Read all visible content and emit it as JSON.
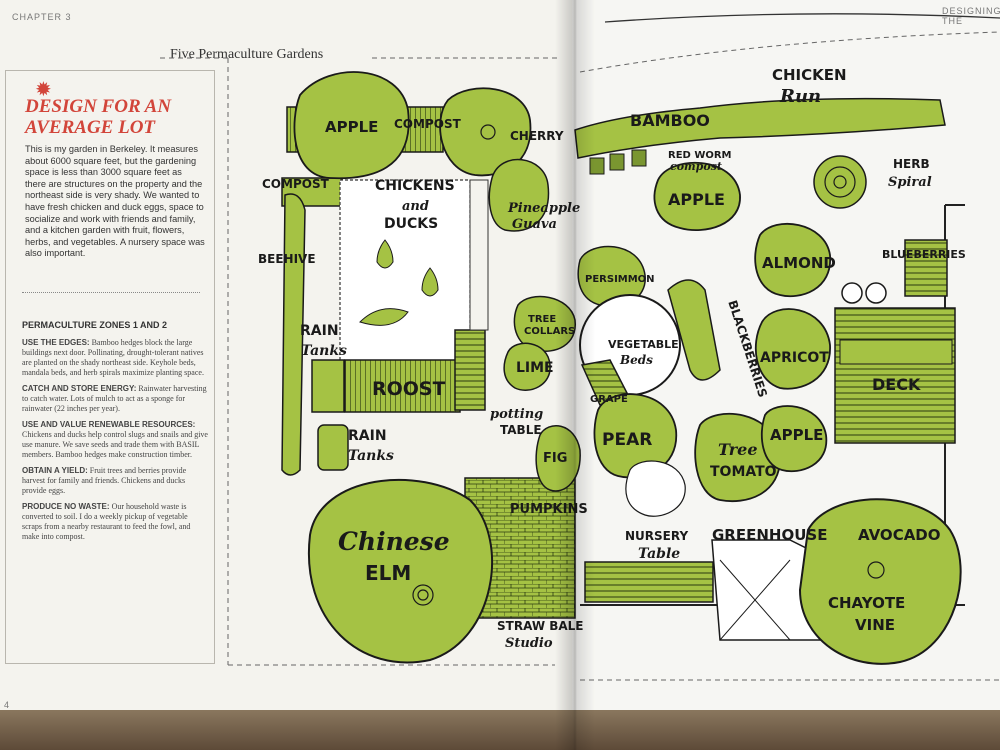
{
  "header": {
    "chapter": "CHAPTER 3",
    "section_right": "DESIGNING THE",
    "page_number": "4"
  },
  "sidebar": {
    "heading": "DESIGN FOR AN AVERAGE LOT",
    "intro": "This is my garden in Berkeley. It measures about 6000 square feet, but the gardening space is less than 3000 square feet as there are structures on the property and the northeast side is very shady. We wanted to have fresh chicken and duck eggs, space to socialize and work with friends and family, and a kitchen garden with fruit, flowers, herbs, and vegetables. A nursery space was also important.",
    "zones_title": "PERMACULTURE ZONES 1 AND 2",
    "principles": [
      {
        "title": "USE THE EDGES:",
        "text": "Bamboo hedges block the large buildings next door. Pollinating, drought-tolerant natives are planted on the shady northeast side. Keyhole beds, mandala beds, and herb spirals maximize planting space."
      },
      {
        "title": "CATCH AND STORE ENERGY:",
        "text": "Rainwater harvesting to catch water. Lots of mulch to act as a sponge for rainwater (22 inches per year)."
      },
      {
        "title": "USE AND VALUE RENEWABLE RESOURCES:",
        "text": "Chickens and ducks help control slugs and snails and give use manure. We save seeds and trade them with BASIL members. Bamboo hedges make construction timber."
      },
      {
        "title": "OBTAIN A YIELD:",
        "text": "Fruit trees and berries provide harvest for family and friends. Chickens and ducks provide eggs."
      },
      {
        "title": "PRODUCE NO WASTE:",
        "text": "Our household waste is converted to soil. I do a weekly pickup of vegetable scraps from a nearby restaurant to feed the fowl, and make into compost."
      }
    ]
  },
  "map": {
    "title": "Five Permaculture Gardens",
    "labels": {
      "apple1": "APPLE",
      "compost1": "COMPOST",
      "cherry": "CHERRY",
      "compost2": "COMPOST",
      "chickens": "CHICKENS",
      "and_ducks": "and",
      "ducks": "DUCKS",
      "pineapple": "Pineapple",
      "guava": "Guava",
      "beehive": "BEEHIVE",
      "rain1": "RAIN",
      "tanks1": "Tanks",
      "roost": "ROOST",
      "rain2": "RAIN",
      "tanks2": "Tanks",
      "chinese": "Chinese",
      "elm": "ELM",
      "pumpkins": "PUMPKINS",
      "straw_bale": "STRAW BALE",
      "studio": "Studio",
      "bamboo": "BAMBOO",
      "chicken_run1": "CHICKEN",
      "chicken_run2": "Run",
      "red_worm": "RED WORM",
      "red_worm2": "compost",
      "herb": "HERB",
      "spiral": "Spiral",
      "apple2": "APPLE",
      "persimmon": "PERSIMMON",
      "blackberries": "BLACKBERRIES",
      "almond": "ALMOND",
      "blueberries": "BLUEBERRIES",
      "tree_collars1": "TREE",
      "tree_collars2": "COLLARS",
      "lime": "LIME",
      "vegetable": "VEGETABLE",
      "beds": "Beds",
      "apricot": "APRICOT",
      "deck": "DECK",
      "grape": "GRAPE",
      "potting": "potting",
      "table": "TABLE",
      "pear": "PEAR",
      "tree_tomato1": "Tree",
      "tree_tomato2": "TOMATO",
      "apple3": "APPLE",
      "fig": "FIG",
      "nursery": "NURSERY",
      "nursery_table": "Table",
      "greenhouse": "GREENHOUSE",
      "avocado": "AVOCADO",
      "chayote": "CHAYOTE",
      "vine": "VINE"
    }
  },
  "colors": {
    "tree": "#a5c244",
    "tree_dark": "#7a9630",
    "accent_red": "#d2453a",
    "ink": "#1a1a1a"
  }
}
